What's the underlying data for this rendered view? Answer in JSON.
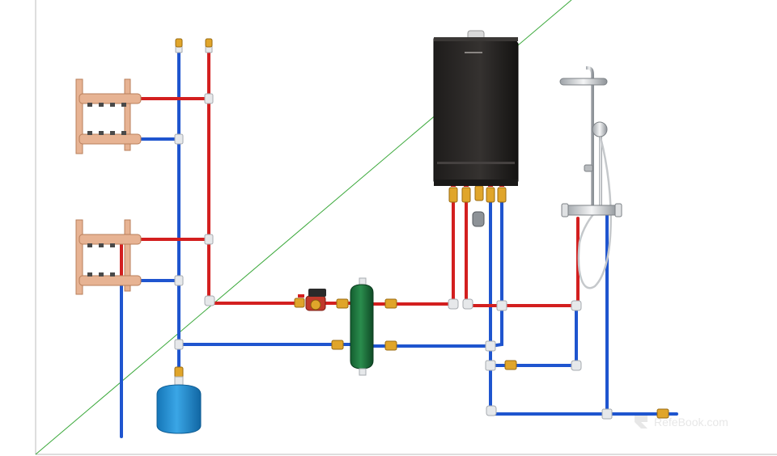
{
  "diagram": {
    "components": [
      {
        "id": "manifold-upper",
        "kind": "manifold"
      },
      {
        "id": "manifold-lower",
        "kind": "manifold"
      },
      {
        "id": "boiler",
        "kind": "wall-hung-boiler"
      },
      {
        "id": "hydraulic-separator",
        "kind": "low-loss-header"
      },
      {
        "id": "circulation-pump",
        "kind": "pump"
      },
      {
        "id": "expansion-tank",
        "kind": "expansion-vessel"
      },
      {
        "id": "shower",
        "kind": "shower-set"
      }
    ],
    "colors": {
      "hot": "#d31f1f",
      "cold": "#1f55cf",
      "brass": "#e0a52a",
      "fitting": "#e6e8ea",
      "manifold": "#e7b393",
      "boiler": "#2a2827",
      "separator": "#1f7a3f",
      "tank": "#1f8fd6",
      "pump": "#c0392b"
    }
  },
  "watermark": {
    "text": "RefeBook.com"
  }
}
